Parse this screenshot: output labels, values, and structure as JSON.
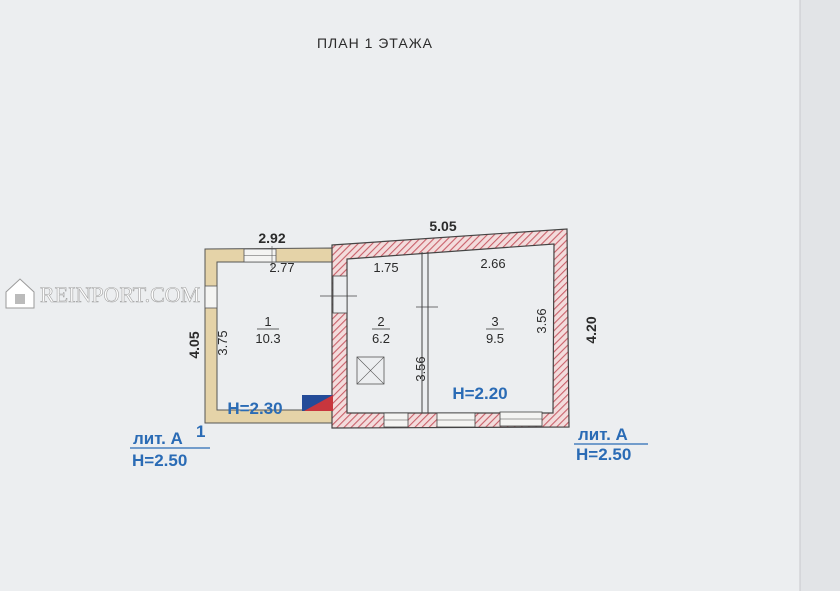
{
  "title": "ПЛАН  1 ЭТАЖА",
  "watermark": "REINPORT.COM",
  "dimensions": {
    "annex_outer_width": "2.92",
    "annex_inner_width": "2.77",
    "annex_outer_depth": "4.05",
    "annex_inner_depth": "3.75",
    "house_outer_width": "5.05",
    "room2_width": "1.75",
    "room3_width": "2.66",
    "room3_depth": "3.56",
    "room2_depth": "3.56",
    "house_outer_depth": "4.20"
  },
  "rooms": [
    {
      "number": "1",
      "area": "10.3"
    },
    {
      "number": "2",
      "area": "6.2"
    },
    {
      "number": "3",
      "area": "9.5"
    }
  ],
  "heights": {
    "annex_room": "H=2.30",
    "house_room": "H=2.20"
  },
  "labels": {
    "annex_lit": "лит. А",
    "annex_lit_sup": "1",
    "annex_h": "H=2.50",
    "house_lit": "лит. А",
    "house_h": "H=2.50"
  },
  "colors": {
    "blue": "#2a6bb5",
    "wall": "#c9606a",
    "annex_wall": "#e5d3a8"
  }
}
